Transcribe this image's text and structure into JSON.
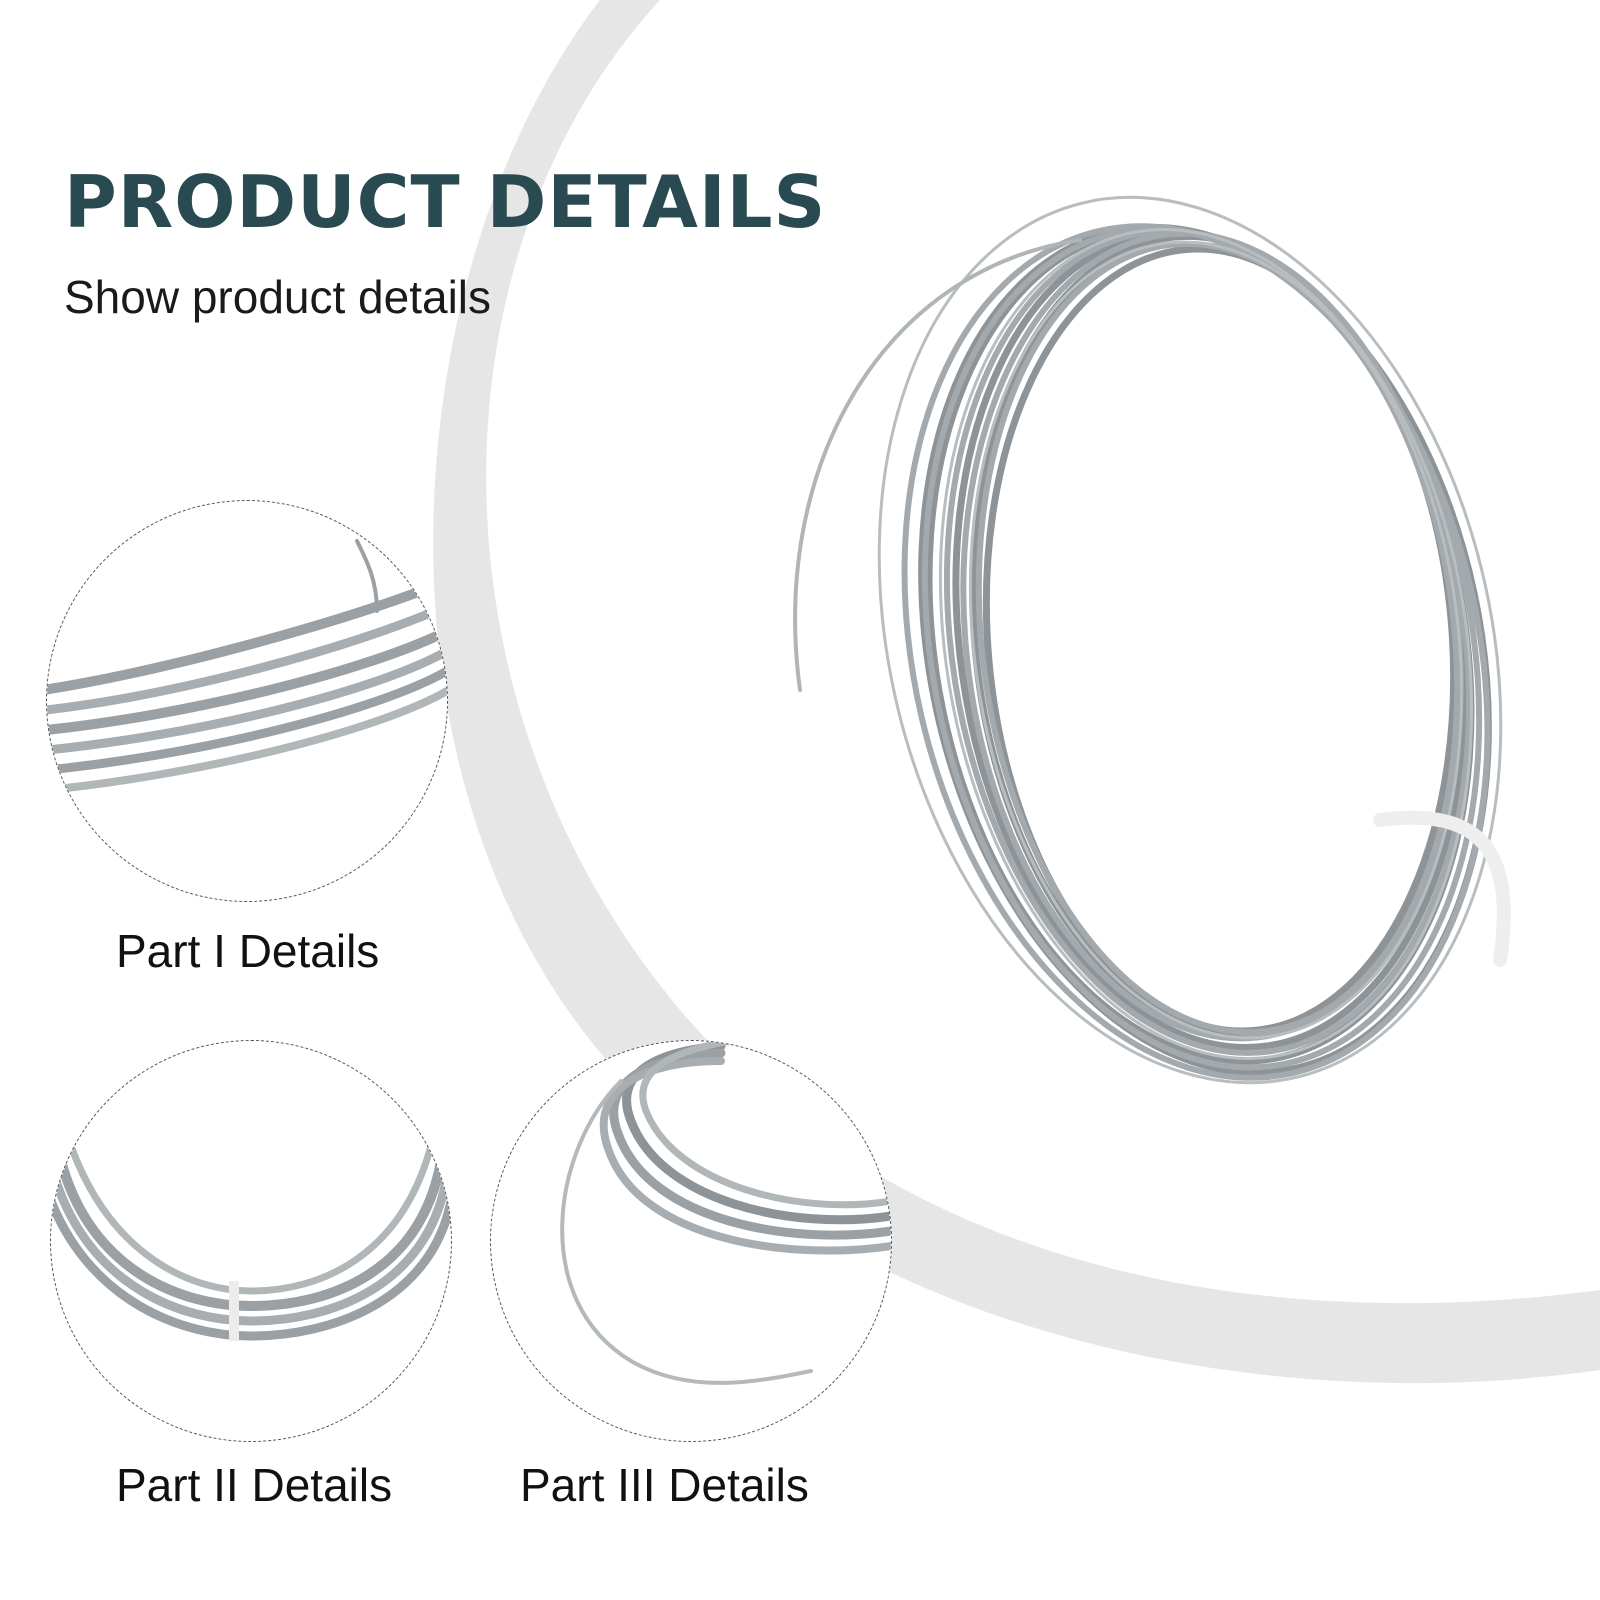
{
  "header": {
    "title": "PRODUCT DETAILS",
    "subtitle": "Show product details"
  },
  "details": [
    {
      "caption": "Part I Details"
    },
    {
      "caption": "Part II Details"
    },
    {
      "caption": "Part III Details"
    }
  ],
  "colors": {
    "title": "#2a4a52",
    "wire": "#9aa0a4",
    "background_arc": "#e6e6e6"
  }
}
